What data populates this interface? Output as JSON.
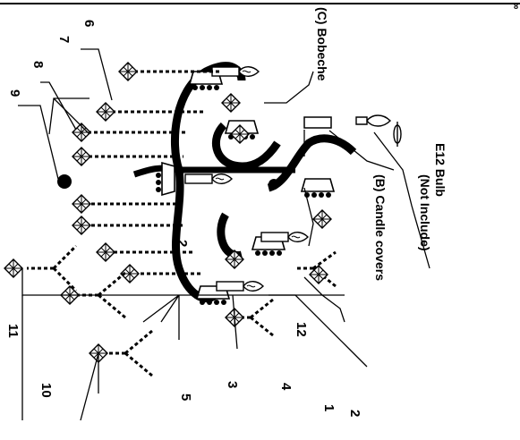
{
  "corner_mark": "8",
  "captions": {
    "bobeche": "(C) Bobeche",
    "candle_covers": "(B) Candle covers",
    "bulb_line1": "E12 Bulb",
    "bulb_line2": "(Not Include)"
  },
  "callouts": {
    "c1": "1",
    "c2": "2",
    "c3": "3",
    "c4": "4",
    "c5": "5",
    "c6": "6",
    "c7": "7",
    "c8": "8",
    "c9": "9",
    "c10": "10",
    "c11": "11",
    "c12": "12",
    "c2_inner": "2"
  }
}
